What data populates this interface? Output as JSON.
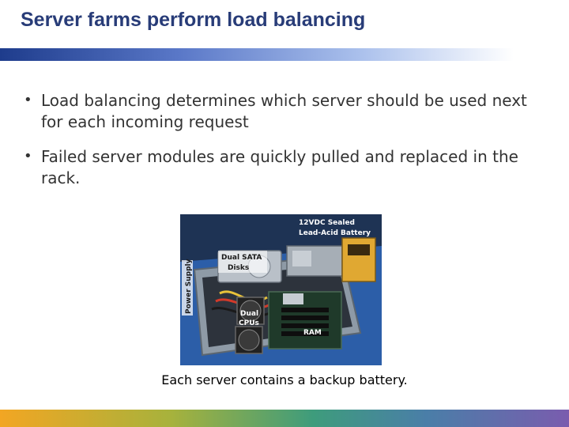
{
  "slide": {
    "title": "Server farms perform load balancing",
    "bullets": [
      "Load balancing determines which server should be used next for each incoming request",
      "Failed server modules are quickly pulled and replaced in the rack."
    ],
    "bullet_glyph": "•",
    "photo": {
      "labels": {
        "battery_line1": "12VDC Sealed",
        "battery_line2": "Lead-Acid Battery",
        "disks_line1": "Dual SATA",
        "disks_line2": "Disks",
        "power_supply": "Power Supply",
        "cpus_line1": "Dual",
        "cpus_line2": "CPUs",
        "ram": "RAM"
      }
    },
    "caption": "Each server contains a backup battery."
  },
  "colors": {
    "title": "#283c78",
    "body_text": "#333333",
    "title_bar_start": "#1e3c8c",
    "footer_start": "#f2a623",
    "footer_end": "#7a5cae"
  }
}
